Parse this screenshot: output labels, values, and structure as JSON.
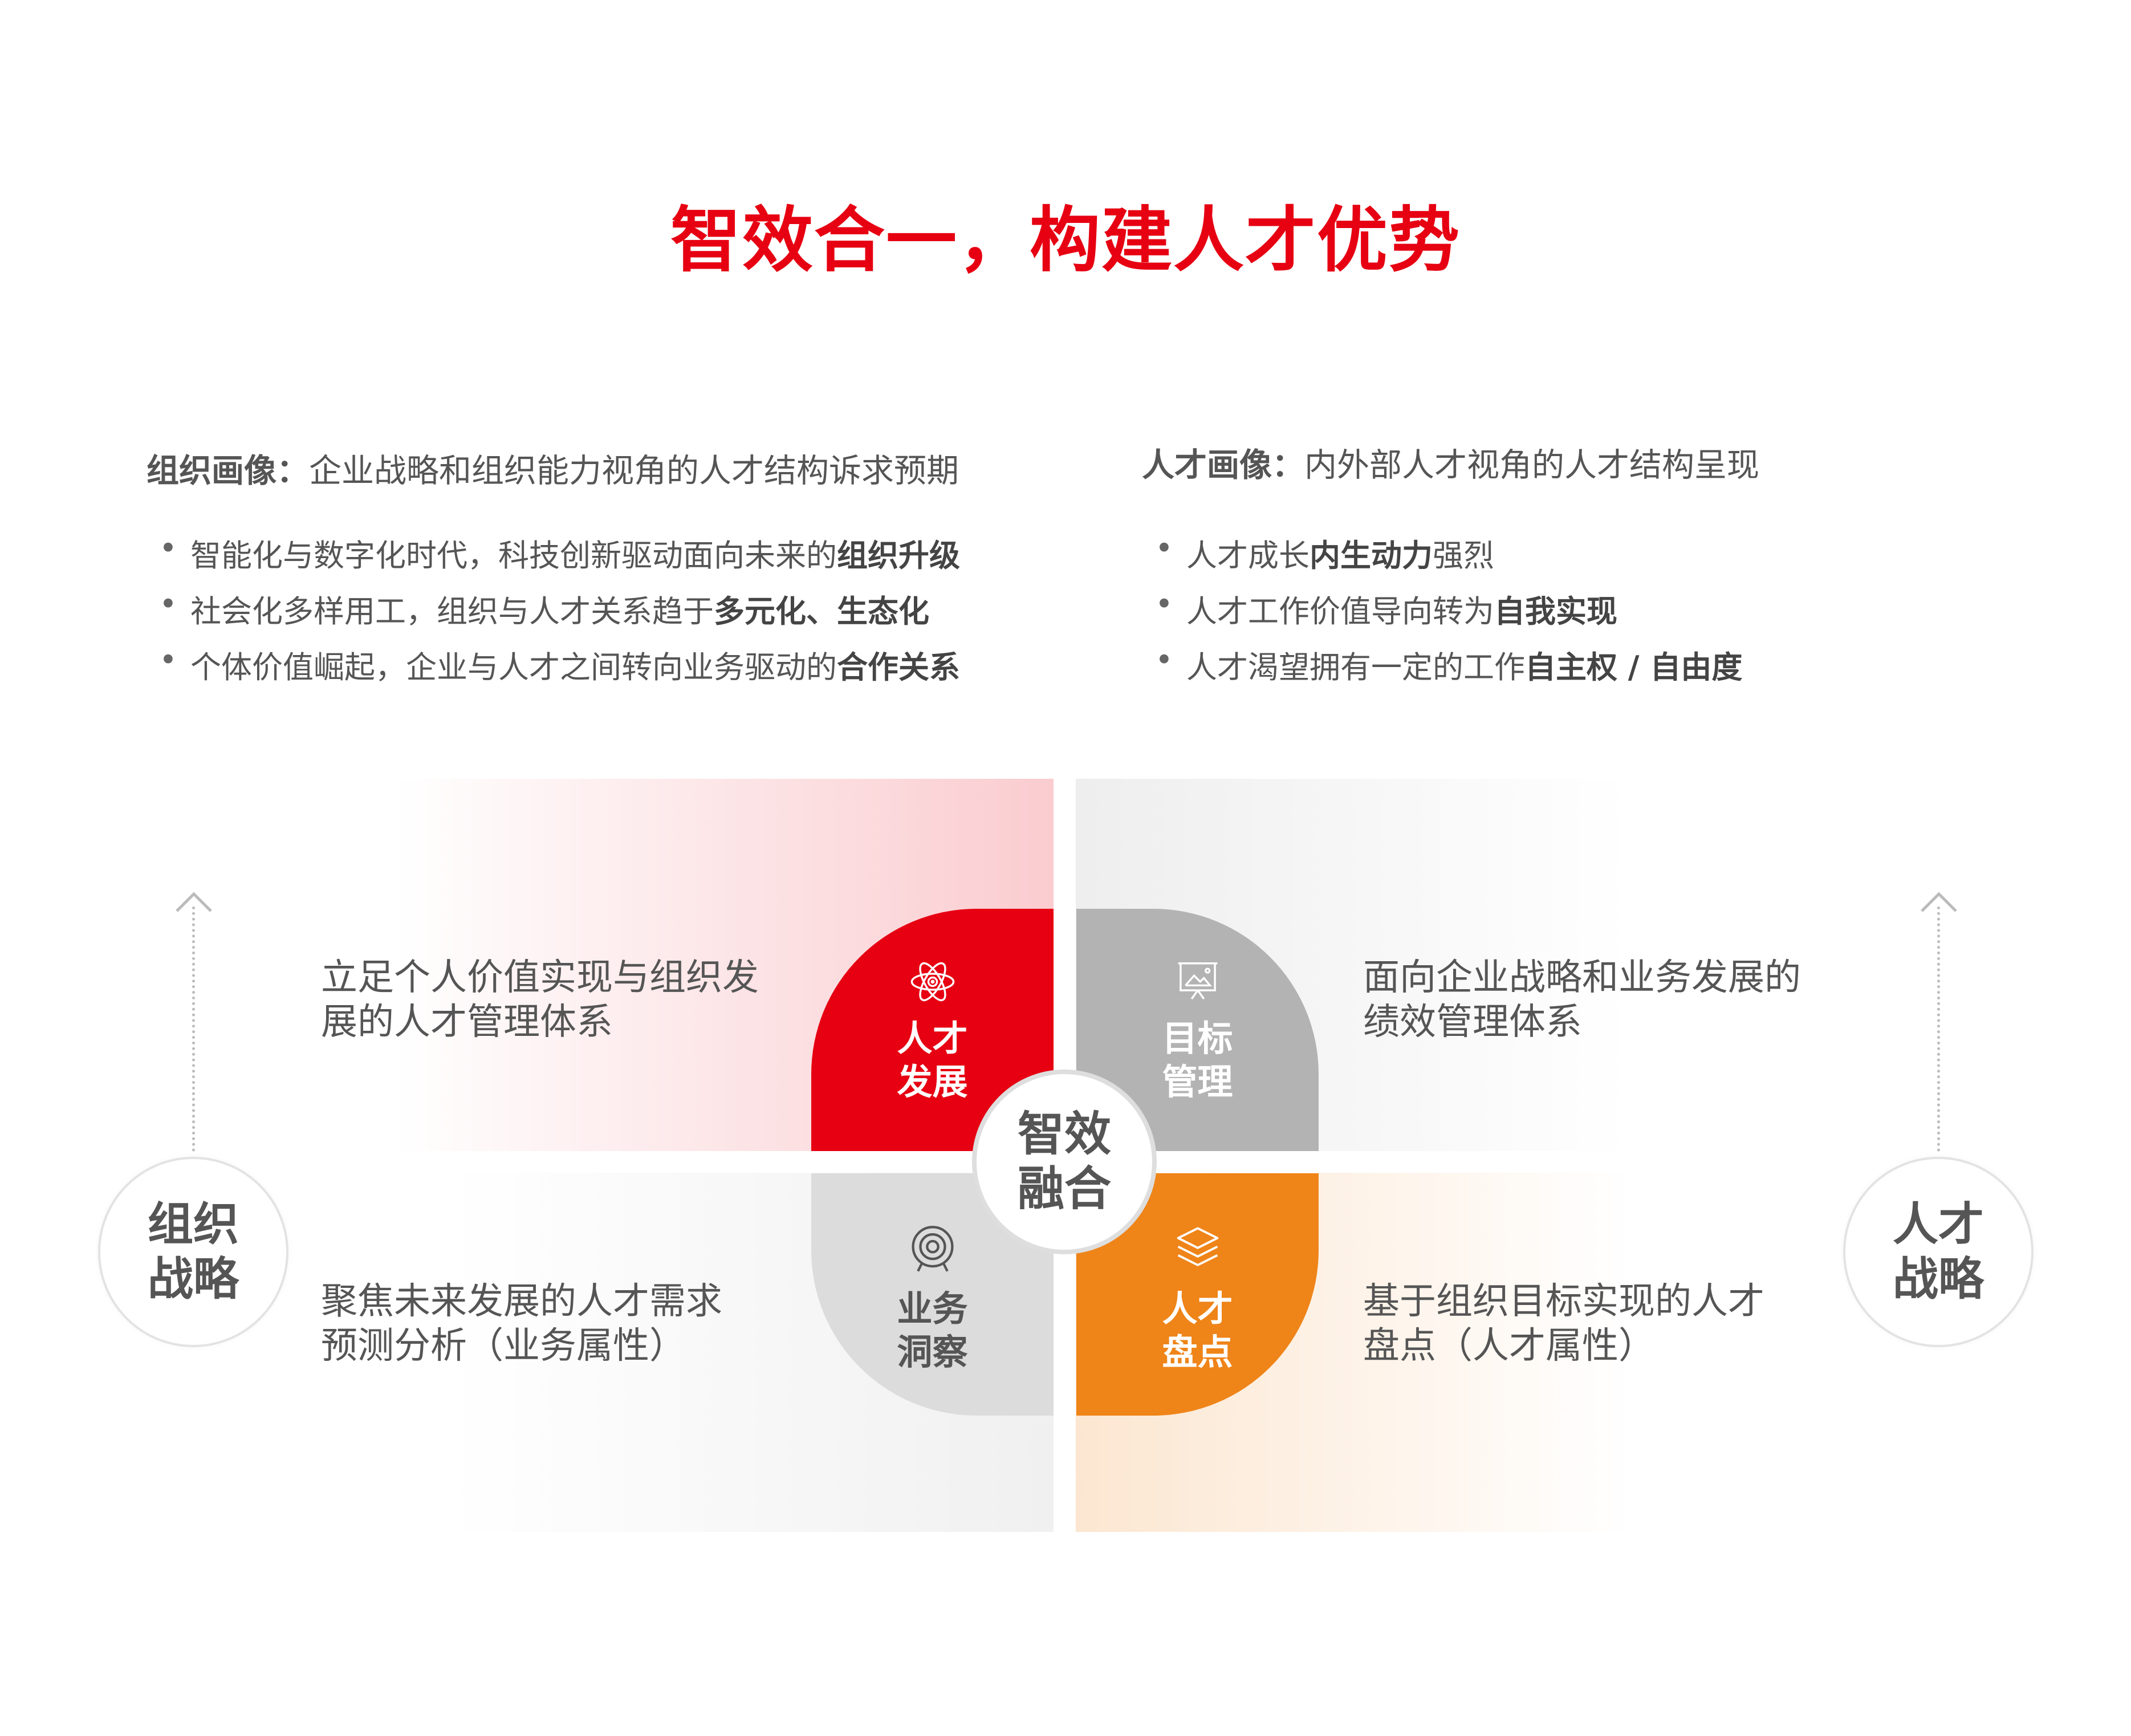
{
  "title": "智效合一，构建人才优势",
  "left_panel": {
    "heading_bold": "组织画像：",
    "heading_text": "企业战略和组织能力视角的人才结构诉求预期",
    "bullets": [
      {
        "text": "智能化与数字化时代，科技创新驱动面向未来的",
        "bold": "组织升级"
      },
      {
        "text": "社会化多样用工，组织与人才关系趋于",
        "bold": "多元化、生态化"
      },
      {
        "text": "个体价值崛起，企业与人才之间转向业务驱动的",
        "bold": "合作关系"
      }
    ]
  },
  "right_panel": {
    "heading_bold": "人才画像：",
    "heading_text": "内外部人才视角的人才结构呈现",
    "bullets": [
      {
        "pre": "人才成长",
        "bold": "内生动力",
        "post": "强烈"
      },
      {
        "pre": "人才工作价值导向转为",
        "bold": "自我实现",
        "post": ""
      },
      {
        "pre": "人才渴望拥有一定的工作",
        "bold": "自主权 / 自由度",
        "post": ""
      }
    ]
  },
  "quadrants": {
    "top_left": {
      "line1": "人才",
      "line2": "发展",
      "icon": "atom-icon",
      "color": "#e60012"
    },
    "top_right": {
      "line1": "目标",
      "line2": "管理",
      "icon": "presentation-board-icon",
      "color": "#b3b3b3"
    },
    "bottom_left": {
      "line1": "业务",
      "line2": "洞察",
      "icon": "target-icon",
      "color": "#dcdcdc"
    },
    "bottom_right": {
      "line1": "人才",
      "line2": "盘点",
      "icon": "layers-icon",
      "color": "#ef8418"
    }
  },
  "center": {
    "line1": "智效",
    "line2": "融合"
  },
  "descriptions": {
    "top_left": [
      "立足个人价值实现与组织发",
      "展的人才管理体系"
    ],
    "top_right": [
      "面向企业战略和业务发展的",
      "绩效管理体系"
    ],
    "bottom_left": [
      "聚焦未来发展的人才需求",
      "预测分析（业务属性）"
    ],
    "bottom_right": [
      "基于组织目标实现的人才",
      "盘点（人才属性）"
    ]
  },
  "side_left": {
    "line1": "组织",
    "line2": "战略"
  },
  "side_right": {
    "line1": "人才",
    "line2": "战略"
  }
}
